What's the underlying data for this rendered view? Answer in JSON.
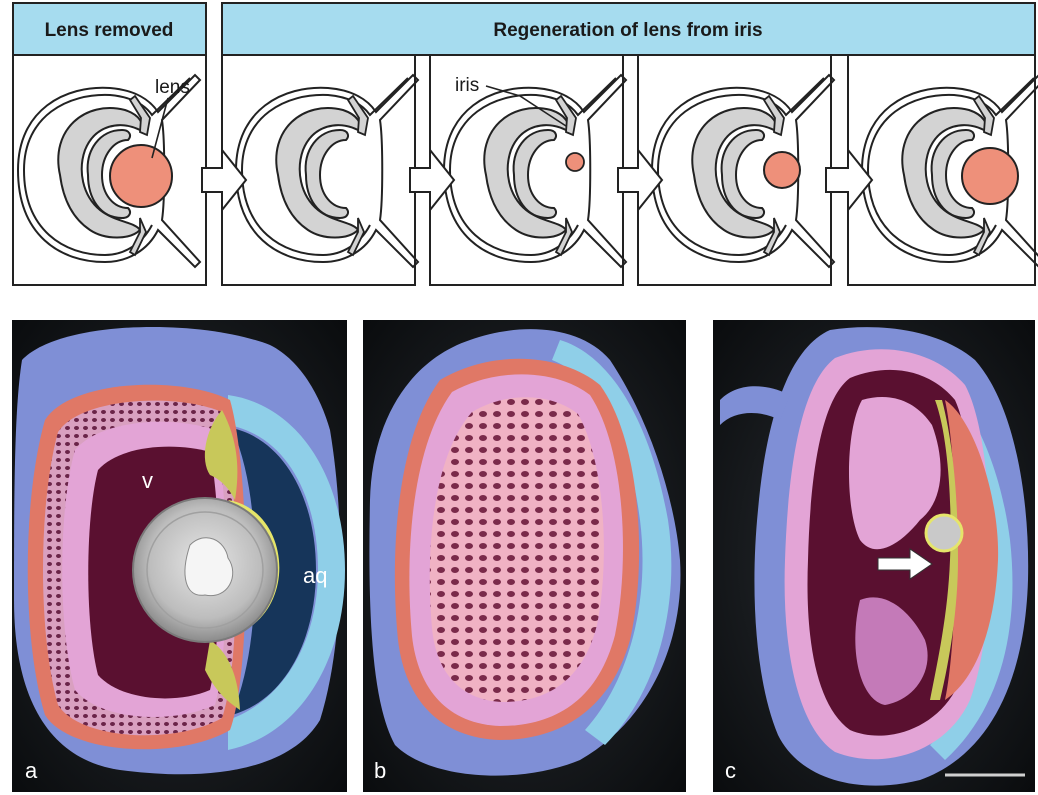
{
  "diagram": {
    "header_left": "Lens removed",
    "header_right": "Regeneration of lens from iris",
    "label_lens": "lens",
    "label_iris": "iris",
    "colors": {
      "header_fill": "#a6dcef",
      "eye_gray": "#d3d3d3",
      "lens_fill": "#ee907a",
      "outline": "#222222"
    },
    "lens_regeneration_stages": [
      1.0,
      0.0,
      0.25,
      0.5,
      1.0
    ]
  },
  "photos": {
    "panel_a": {
      "letter": "a",
      "label_v": "v",
      "label_aq": "aq"
    },
    "panel_b": {
      "letter": "b"
    },
    "panel_c": {
      "letter": "c"
    },
    "colors": {
      "background": "#0f1214",
      "outer_blue": "#7f8fd6",
      "cornea_cyan": "#8fcfe8",
      "retina_pink": "#e3a4d6",
      "inner_pink": "#f0b2c4",
      "red_layer": "#e07866",
      "vitreous_dark": "#5a1030",
      "iris_yellow": "#c8c85a",
      "lens_gray": "#c9c9c9",
      "aqueous_navy": "#16355a"
    }
  }
}
